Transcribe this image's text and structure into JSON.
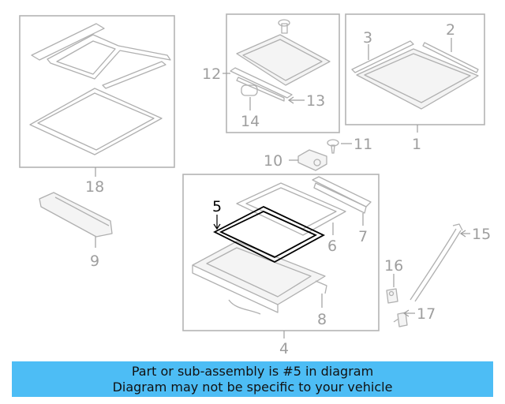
{
  "colors": {
    "banner_bg": "#4dbdf5",
    "highlight": "#000000",
    "muted": "#9e9e9e"
  },
  "callouts": {
    "c1": "1",
    "c2": "2",
    "c3": "3",
    "c4": "4",
    "c5": "5",
    "c6": "6",
    "c7": "7",
    "c8": "8",
    "c9": "9",
    "c10": "10",
    "c11": "11",
    "c12": "12",
    "c13": "13",
    "c14": "14",
    "c15": "15",
    "c16": "16",
    "c17": "17",
    "c18": "18"
  },
  "highlighted_part": "5",
  "banner": {
    "line1": "Part or sub-assembly is #5 in diagram",
    "line2": "Diagram may not be specific to your vehicle"
  }
}
